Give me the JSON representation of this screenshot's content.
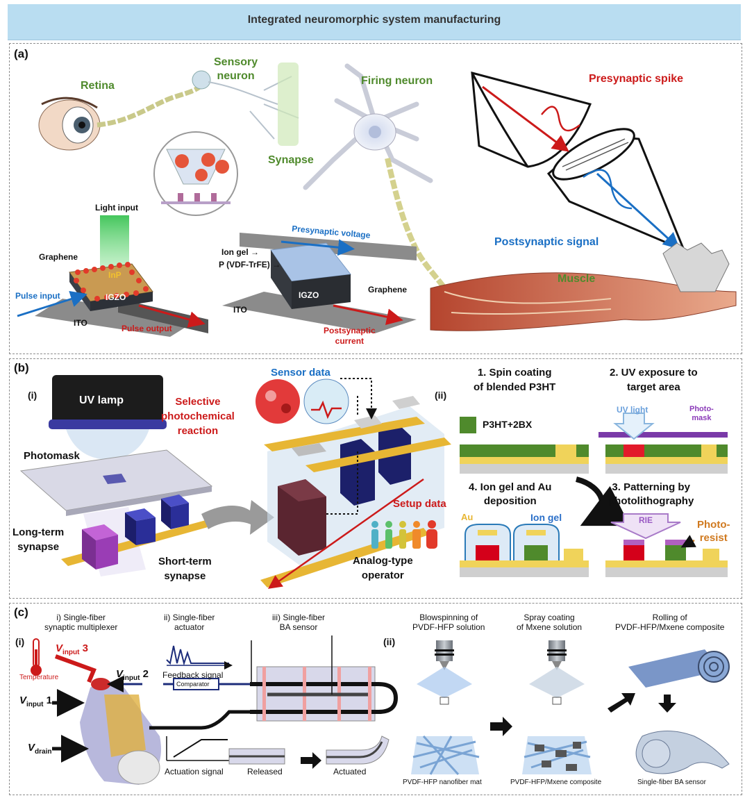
{
  "title": "Integrated neuromorphic system manufacturing",
  "panel_a": {
    "label": "(a)",
    "retina": "Retina",
    "sensory_neuron": "Sensory\nneuron",
    "firing_neuron": "Firing neuron",
    "synapse": "Synapse",
    "presynaptic_spike": "Presynaptic spike",
    "postsynaptic_signal": "Postsynaptic signal",
    "muscle": "Muscle",
    "light_input": "Light input",
    "graphene_left": "Graphene",
    "inp": "InP",
    "pulse_input": "Pulse input",
    "igzo_left": "IGZO",
    "ito_left": "ITO",
    "pulse_output": "Pulse output",
    "ion_gel": "Ion gel →",
    "pvdf": "P (VDF-TrFE) →",
    "presynaptic_voltage": "Presynaptic voltage",
    "igzo_right": "IGZO",
    "graphene_right": "Graphene",
    "ito_right": "ITO",
    "postsynaptic_current": "Postsynaptic\ncurrent"
  },
  "panel_b": {
    "label": "(b)",
    "sub_i": "(i)",
    "uv_lamp": "UV lamp",
    "selective": "Selective\nphotochemical\nreaction",
    "photomask": "Photomask",
    "long_term": "Long-term\nsynapse",
    "short_term": "Short-term\nsynapse",
    "sensor_data": "Sensor data",
    "sub_ii": "(ii)",
    "setup_data": "Setup data",
    "analog_operator": "Analog-type\noperator",
    "step1": "1. Spin coating\nof blended P3HT",
    "p3ht": "P3HT+2BX",
    "step2": "2. UV exposure to\ntarget area",
    "uv_light": "UV light",
    "photo_mask": "Photo-\nmask",
    "step4": "4. Ion gel and Au\ndeposition",
    "au": "Au",
    "ion_gel": "Ion gel",
    "step3": "3. Patterning by\nphotolithography",
    "rie": "RIE",
    "photoresist": "Photo-\nresist"
  },
  "panel_c": {
    "label": "(c)",
    "sub_i": "(i)",
    "multiplexer": "i) Single-fiber\nsynaptic multiplexer",
    "actuator": "ii) Single-fiber\nactuator",
    "ba_sensor": "iii) Single-fiber\nBA sensor",
    "v_letter": "V",
    "input_sub": "input",
    "drain_sub": "drain",
    "n3": "3",
    "n2": "2",
    "n1": "1",
    "temperature": "Temperature",
    "feedback": "Feedback signal",
    "comparator": "Comparator",
    "actuation_signal": "Actuation signal",
    "released": "Released",
    "actuated": "Actuated",
    "sub_ii": "(ii)",
    "blowspinning": "Blowspinning of\nPVDF-HFP solution",
    "spray": "Spray coating\nof Mxene solution",
    "rolling": "Rolling of\nPVDF-HFP/Mxene composite",
    "nanofiber_mat": "PVDF-HFP nanofiber mat",
    "composite": "PVDF-HFP/Mxene composite",
    "single_fiber": "Single-fiber BA sensor"
  }
}
